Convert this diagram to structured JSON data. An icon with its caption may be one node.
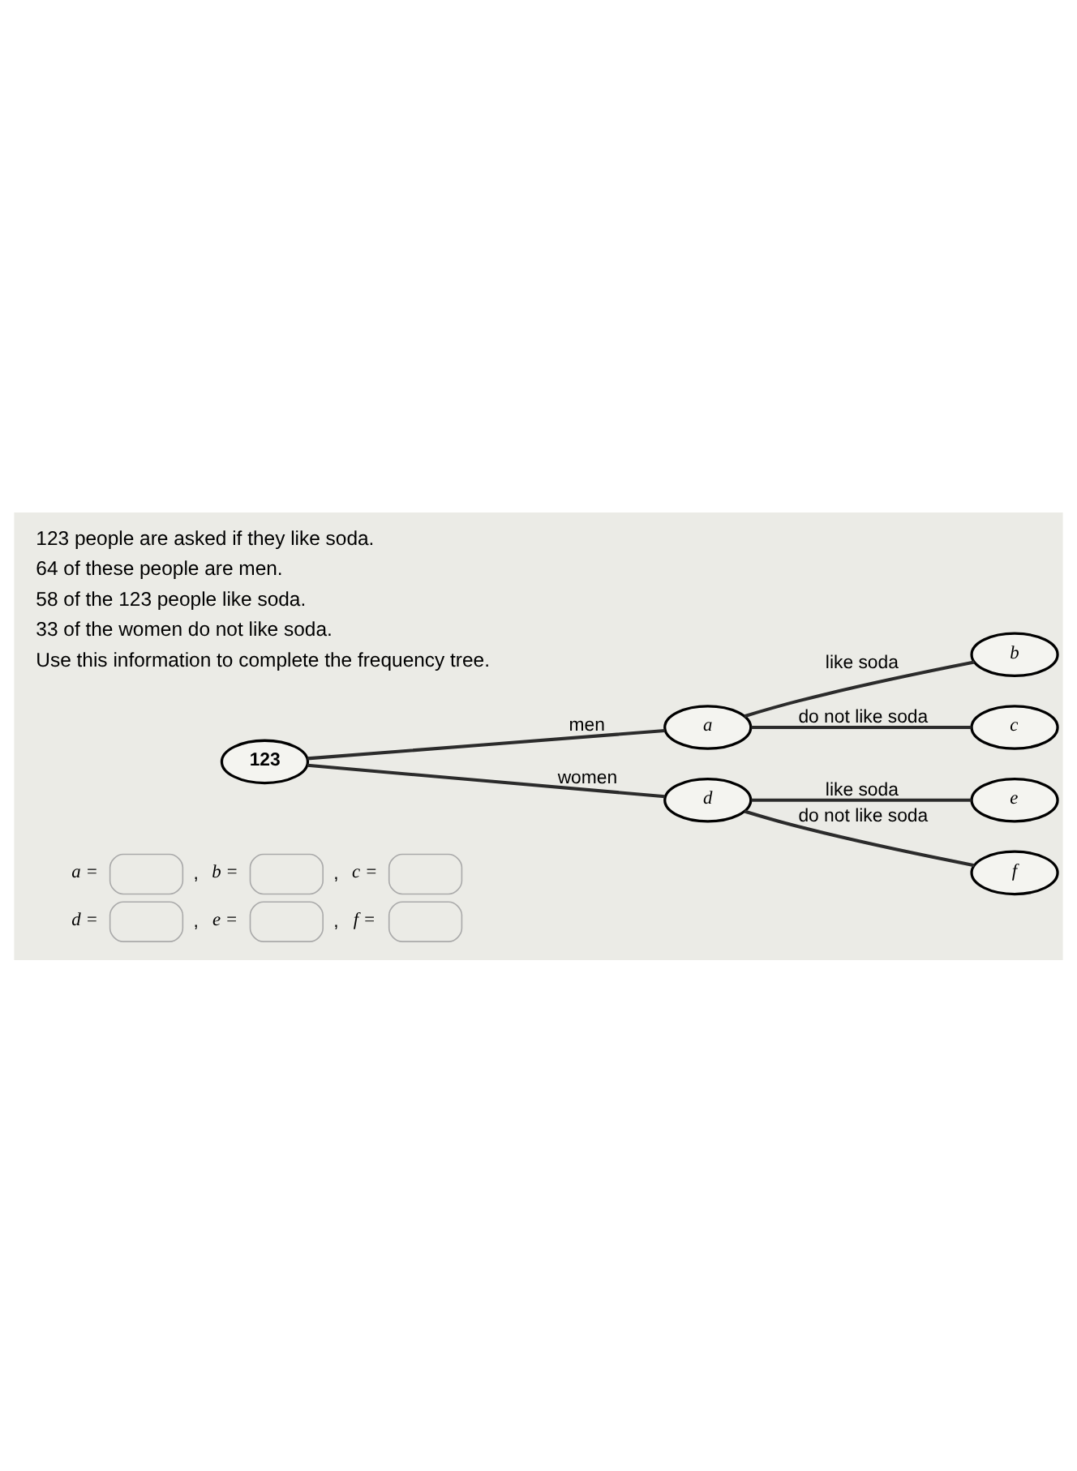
{
  "diagram": {
    "nodes": [
      {
        "text": [
          "123"
        ]
      },
      {
        "text": [
          "a"
        ]
      },
      {
        "text": [
          "b"
        ]
      },
      {
        "text": [
          "c"
        ]
      },
      {
        "text": [
          "d"
        ]
      },
      {
        "text": [
          "e"
        ]
      },
      {
        "text": [
          "f"
        ]
      }
    ],
    "edges": [
      {
        "from": 0,
        "to": 1,
        "arrow": "none",
        "label": "men"
      },
      {
        "from": 1,
        "to": 2,
        "arrow": "none",
        "label": "like soda"
      },
      {
        "from": 1,
        "to": 3,
        "arrow": "none",
        "label": "do not like soda"
      },
      {
        "from": 0,
        "to": 4,
        "arrow": "none",
        "label": "women"
      },
      {
        "from": 4,
        "to": 5,
        "arrow": "none",
        "label": "like soda"
      },
      {
        "from": 4,
        "to": 6,
        "arrow": "none",
        "label": "do not like soda"
      }
    ],
    "labels": [
      "123 people are asked if they like soda.",
      "64 of these people are men.",
      "58 of the 123 people like soda.",
      "33 of the women do not like soda.",
      "Use this information to complete the frequency tree.",
      "a =",
      ",",
      "b =",
      ",",
      "c =",
      "d =",
      ",",
      "e =",
      ",",
      "f ="
    ]
  }
}
